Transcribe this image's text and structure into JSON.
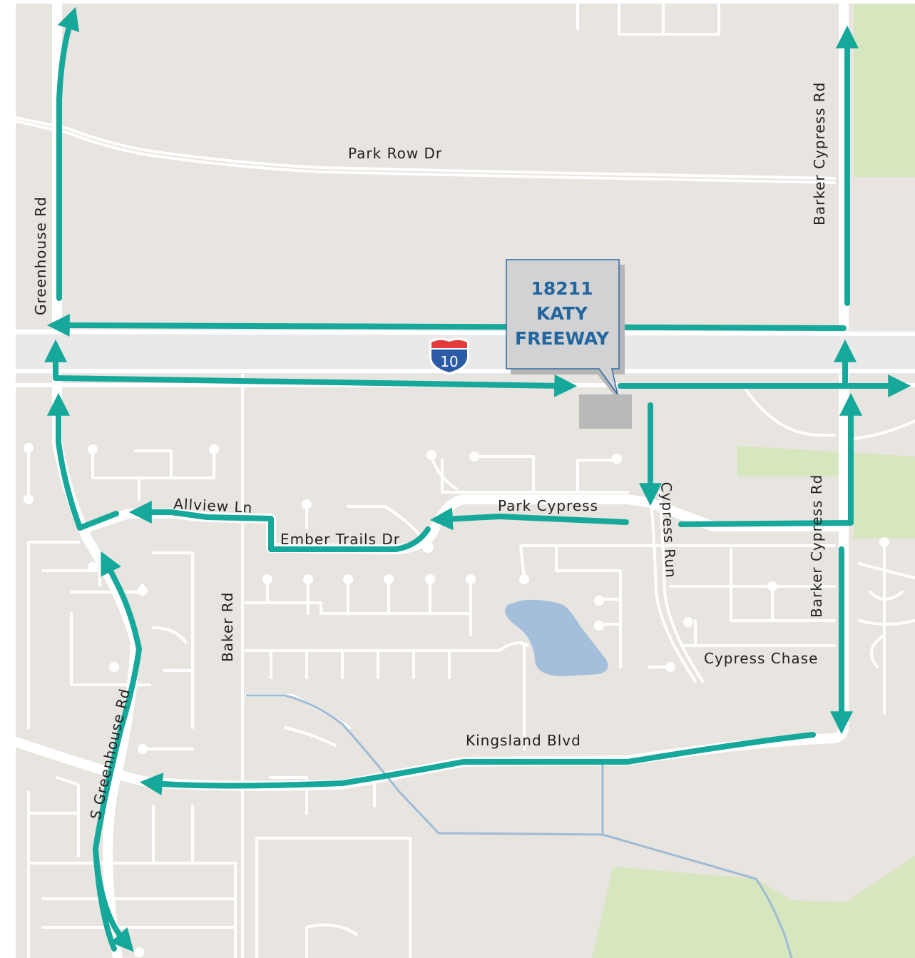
{
  "map": {
    "colors": {
      "land": "#e8e4df",
      "park": "#d6e6bf",
      "road": "#ffffff",
      "freeway": "#e9e9e9",
      "route": "#16a89a",
      "water": "#a3bfdb",
      "building": "#b9b9b9",
      "callout_fill": "#d2d2d4",
      "callout_text": "#22669d",
      "shield_red": "#e23c3a",
      "shield_blue": "#2b5ba7"
    },
    "callout": {
      "line1": "18211",
      "line2": "KATY",
      "line3": "FREEWAY"
    },
    "shield": {
      "number": "10",
      "icon": "interstate-shield-icon"
    },
    "labels": {
      "park_row": "Park Row Dr",
      "greenhouse": "Greenhouse Rd",
      "barker_cypress_north": "Barker Cypress Rd",
      "barker_cypress_south": "Barker Cypress Rd",
      "allview": "Allview Ln",
      "ember_trails": "Ember Trails Dr",
      "park_cypress": "Park Cypress",
      "cypress_run": "Cypress Run",
      "baker": "Baker Rd",
      "cypress_chase": "Cypress Chase",
      "kingsland": "Kingsland Blvd",
      "s_greenhouse": "S Greenhouse Rd"
    }
  }
}
